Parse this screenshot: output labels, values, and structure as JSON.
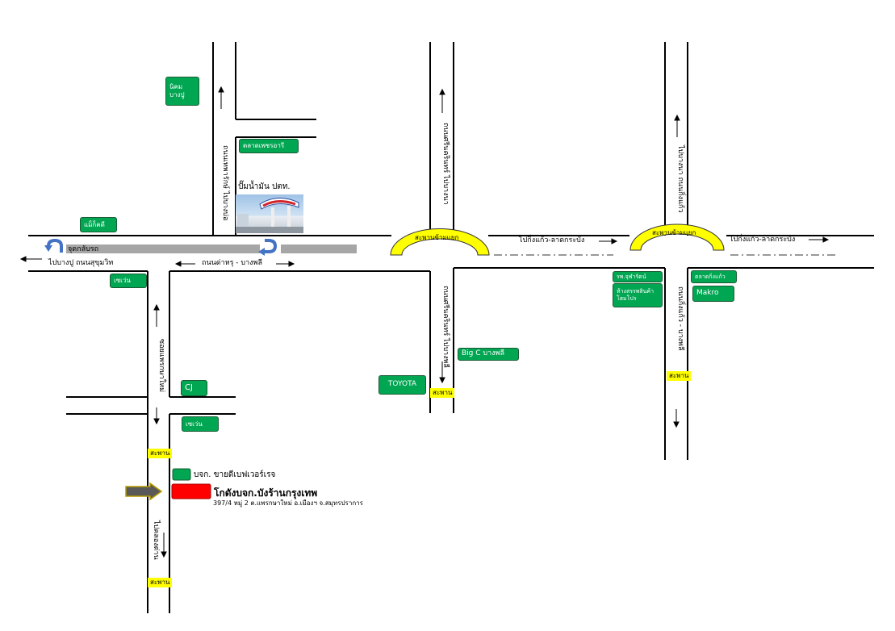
{
  "labels": {
    "nikom": "นิคม\nบางปู",
    "talad_petch": "ตลาดเพชรอารี",
    "gas_station": "ปั๊มน้ำมัน ปตท.",
    "mcd": "แม็ก็คดี",
    "u_turn": "จุดกลับรถ",
    "to_bangpu": "ไปบางปู ถนนสุขุมวิท",
    "main_road": "ถนนด่าหรุ - บางพลี",
    "overpass": "สะพานข้ามแยก",
    "to_kingkaew_1": "ไปกิ่งแก้ว-ลาดกระบัง",
    "to_kingkaew_2": "ไปกิ่งแก้ว-ลาดกระบัง",
    "seven_1": "เซเว่น",
    "seven_2": "เซเว่น",
    "cj": "CJ",
    "bigc": "Big C บางพลี",
    "toyota": "TOYOTA",
    "hospital": "รพ.จุฬารัตน์",
    "mall": "ห้างสรรพสินค้าโฮมโปร",
    "talad_kingkaew": "ตลาดกิ่งแก้ว",
    "makro": "Makro",
    "bridge_1": "สะพาน",
    "bridge_2": "สะพาน",
    "bridge_3": "สะพาน",
    "bridge_4": "สะพาน",
    "company": "บจก. ขายดีเบฟเวอร์เรจ",
    "warehouse": "โกดังบจก.บังร้านกรุงเทพ",
    "address": "397/4 หมู่ 2 ต.แพรกษาใหม่ อ.เมืองฯ จ.สมุทรปราการ",
    "road_v1": "ถนนเทพารักษ์ ไปบางบ่อ",
    "road_v2": "ถนนศรีนครินทร์ ไปบางนา",
    "road_v3": "ถนนศรีนครินทร์ ไปบางพลี",
    "road_v4": "ไปบางนา ถนนกิ่งแก้ว",
    "road_v5": "ถนนกิ่งแก้ว - บางพลี",
    "road_v6": "ซอยแพรกษาใหม่",
    "to_klong": "ไปคลองด่าน"
  },
  "colors": {
    "sign_green": "#00a651",
    "overpass_yellow": "#ffff00",
    "warehouse_red": "#ff0000",
    "uturn_blue": "#4472c4",
    "median_gray": "#a6a6a6"
  },
  "icons": [
    "u-turn-icon",
    "arrow-right-icon",
    "arrow-left-icon",
    "arrow-up-icon",
    "arrow-down-icon",
    "pointer-arrow-icon",
    "gas-station-photo"
  ]
}
